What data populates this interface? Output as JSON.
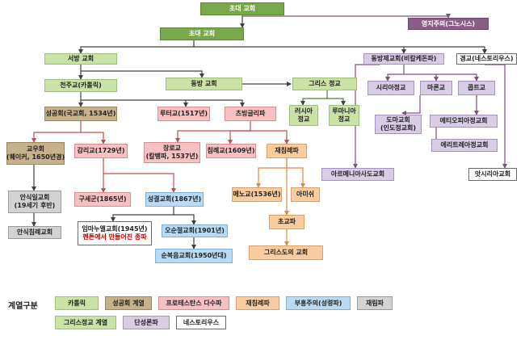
{
  "diagram": {
    "root": "초대 교회",
    "nestorian_top": "영지주의(그노시스)",
    "early": "초대 교회",
    "western": "서방 교회",
    "catholic": "천주교(카톨릭)",
    "eastern": "동방 교회",
    "greek_orthodox": "그리스 정교",
    "russian_line1": "러시아",
    "russian_line2": "정교",
    "romanian_line1": "루마니아",
    "romanian_line2": "정교",
    "oriental": "동방제교회(비칼케돈파)",
    "nestorian": "경교(네스토리우스)",
    "syriac": "시리아정교",
    "maronite": "마론교",
    "coptic": "콥트교",
    "thomas_line1": "도마교회",
    "thomas_line2": "(인도정교회)",
    "ethiopian": "에티오피아정교회",
    "eritrean": "에리트레아정교회",
    "armenian": "아르메니아사도교회",
    "assyrian": "앗시리아교회",
    "anglican": "성공회(국교회, 1534년)",
    "lutheran": "루터교(1517년)",
    "zwingli": "츠빙글리파",
    "quaker_line1": "교우회",
    "quaker_line2": "(퀘이커, 1650년경)",
    "methodist": "감리교(1729년)",
    "reformed_line1": "장로교",
    "reformed_line2": "(칼뱅파, 1537년)",
    "baptist": "침례교(1609년)",
    "anabaptist": "재침례파",
    "mennonite": "메노교(1536년)",
    "amish": "아미쉬",
    "adventist_line1": "안식일교회",
    "adventist_line2": "(19세기 후반)",
    "salvation": "구세군(1865년)",
    "holiness": "성결교회(1867년)",
    "shaker": "초교파",
    "emmanuel_line1": "임마누엘교회(1945년)",
    "emmanuel_line2": "펜튼에서 만들어진 종파",
    "pentecostal": "오순절교회(1901년)",
    "full_gospel": "순복음교회(1950년대)",
    "sabbath_baptist": "안식침례교회",
    "church_of_christ": "그리스도의 교회"
  },
  "legend": {
    "title": "계열구분",
    "items": [
      "카톨릭",
      "성공회 계열",
      "프로테스탄스 다수파",
      "재침례파",
      "부흥주의(성령파)",
      "재림파",
      "그리스정교 계열",
      "단성론파",
      "네스토리우스"
    ]
  },
  "colors": {
    "line_dark": "#404040",
    "line_red": "#c0504d",
    "line_purple": "#7f4f7c",
    "line_orange": "#e08a3a",
    "line_green": "#4f7f2f"
  }
}
